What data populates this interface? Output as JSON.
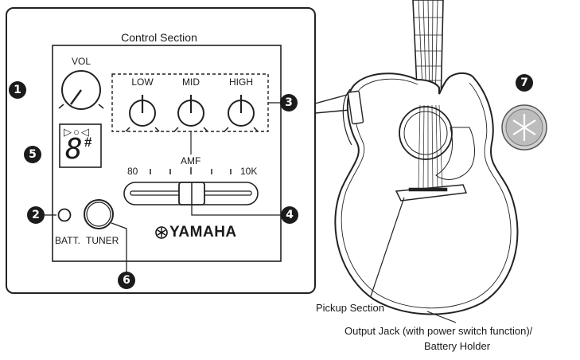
{
  "title": "Control Section",
  "knobs": {
    "vol": "VOL",
    "low": "LOW",
    "mid": "MID",
    "high": "HIGH"
  },
  "amf": {
    "label": "AMF",
    "scale_low": "80",
    "scale_high": "10K"
  },
  "tuner_display": {
    "arrows": "▷○◁",
    "digit": "8",
    "sharp": "#"
  },
  "buttons": {
    "batt": "BATT.",
    "tuner": "TUNER"
  },
  "brand": "YAMAHA",
  "callouts": [
    "1",
    "2",
    "3",
    "4",
    "5",
    "6",
    "7"
  ],
  "captions": {
    "pickup": "Pickup Section",
    "output_line1": "Output Jack (with power switch function)/",
    "output_line2": "Battery Holder"
  }
}
